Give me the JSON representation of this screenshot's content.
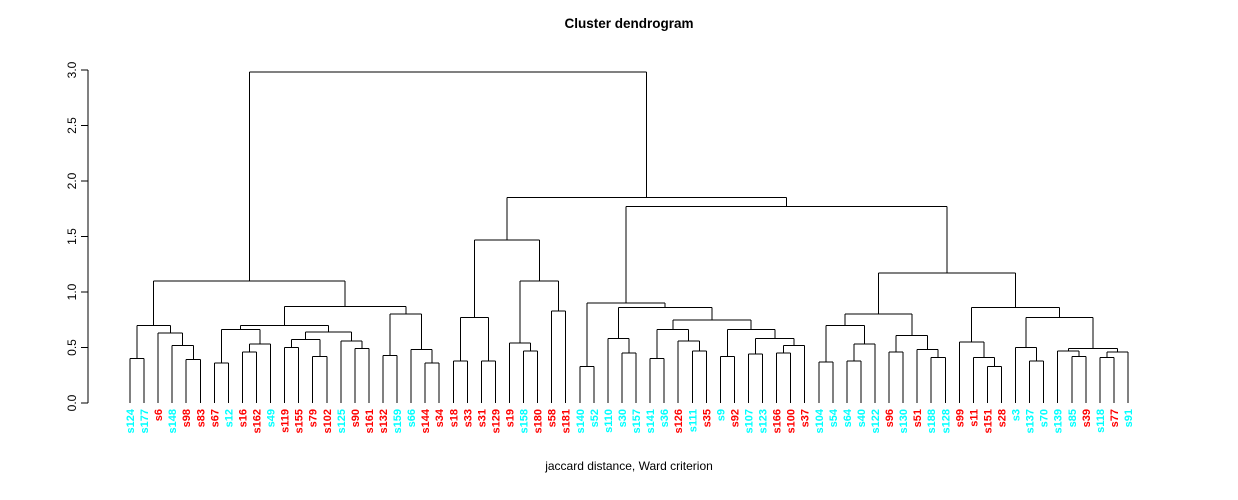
{
  "chart_data": {
    "type": "dendrogram",
    "title": "Cluster dendrogram",
    "xlabel": "jaccard distance, Ward criterion",
    "ylabel": "",
    "ylim": [
      0,
      3
    ],
    "yticks": [
      "0.0",
      "0.5",
      "1.0",
      "1.5",
      "2.0",
      "2.5",
      "3.0"
    ],
    "grid": false,
    "colors": {
      "cyan": "#00FFFF",
      "red": "#FF0000",
      "line": "#000000",
      "text": "#000000"
    },
    "leaves": [
      {
        "label": "s124",
        "color": "cyan"
      },
      {
        "label": "s177",
        "color": "cyan"
      },
      {
        "label": "s6",
        "color": "red"
      },
      {
        "label": "s148",
        "color": "cyan"
      },
      {
        "label": "s98",
        "color": "red"
      },
      {
        "label": "s83",
        "color": "red"
      },
      {
        "label": "s67",
        "color": "red"
      },
      {
        "label": "s12",
        "color": "cyan"
      },
      {
        "label": "s16",
        "color": "red"
      },
      {
        "label": "s162",
        "color": "red"
      },
      {
        "label": "s49",
        "color": "cyan"
      },
      {
        "label": "s119",
        "color": "red"
      },
      {
        "label": "s155",
        "color": "red"
      },
      {
        "label": "s79",
        "color": "red"
      },
      {
        "label": "s102",
        "color": "red"
      },
      {
        "label": "s125",
        "color": "cyan"
      },
      {
        "label": "s90",
        "color": "red"
      },
      {
        "label": "s161",
        "color": "red"
      },
      {
        "label": "s132",
        "color": "red"
      },
      {
        "label": "s159",
        "color": "cyan"
      },
      {
        "label": "s66",
        "color": "cyan"
      },
      {
        "label": "s144",
        "color": "red"
      },
      {
        "label": "s34",
        "color": "red"
      },
      {
        "label": "s18",
        "color": "red"
      },
      {
        "label": "s33",
        "color": "red"
      },
      {
        "label": "s31",
        "color": "red"
      },
      {
        "label": "s129",
        "color": "red"
      },
      {
        "label": "s19",
        "color": "red"
      },
      {
        "label": "s158",
        "color": "cyan"
      },
      {
        "label": "s180",
        "color": "red"
      },
      {
        "label": "s58",
        "color": "red"
      },
      {
        "label": "s181",
        "color": "red"
      },
      {
        "label": "s140",
        "color": "cyan"
      },
      {
        "label": "s52",
        "color": "cyan"
      },
      {
        "label": "s110",
        "color": "cyan"
      },
      {
        "label": "s30",
        "color": "cyan"
      },
      {
        "label": "s157",
        "color": "cyan"
      },
      {
        "label": "s141",
        "color": "cyan"
      },
      {
        "label": "s36",
        "color": "cyan"
      },
      {
        "label": "s126",
        "color": "red"
      },
      {
        "label": "s111",
        "color": "cyan"
      },
      {
        "label": "s35",
        "color": "red"
      },
      {
        "label": "s9",
        "color": "cyan"
      },
      {
        "label": "s92",
        "color": "red"
      },
      {
        "label": "s107",
        "color": "cyan"
      },
      {
        "label": "s123",
        "color": "cyan"
      },
      {
        "label": "s166",
        "color": "red"
      },
      {
        "label": "s100",
        "color": "red"
      },
      {
        "label": "s37",
        "color": "red"
      },
      {
        "label": "s104",
        "color": "cyan"
      },
      {
        "label": "s54",
        "color": "cyan"
      },
      {
        "label": "s64",
        "color": "cyan"
      },
      {
        "label": "s40",
        "color": "cyan"
      },
      {
        "label": "s122",
        "color": "cyan"
      },
      {
        "label": "s96",
        "color": "red"
      },
      {
        "label": "s130",
        "color": "cyan"
      },
      {
        "label": "s51",
        "color": "red"
      },
      {
        "label": "s188",
        "color": "cyan"
      },
      {
        "label": "s128",
        "color": "cyan"
      },
      {
        "label": "s99",
        "color": "red"
      },
      {
        "label": "s11",
        "color": "red"
      },
      {
        "label": "s151",
        "color": "red"
      },
      {
        "label": "s28",
        "color": "red"
      },
      {
        "label": "s3",
        "color": "cyan"
      },
      {
        "label": "s137",
        "color": "cyan"
      },
      {
        "label": "s70",
        "color": "cyan"
      },
      {
        "label": "s139",
        "color": "cyan"
      },
      {
        "label": "s85",
        "color": "cyan"
      },
      {
        "label": "s39",
        "color": "red"
      },
      {
        "label": "s118",
        "color": "cyan"
      },
      {
        "label": "s77",
        "color": "red"
      },
      {
        "label": "s91",
        "color": "cyan"
      }
    ],
    "tree": {
      "h": 2.98,
      "c": [
        {
          "h": 1.1,
          "c": [
            {
              "h": 0.7,
              "c": [
                {
                  "h": 0.4,
                  "c": [
                    0,
                    1
                  ]
                },
                {
                  "h": 0.63,
                  "c": [
                    2,
                    {
                      "h": 0.52,
                      "c": [
                        3,
                        {
                          "h": 0.39,
                          "c": [
                            4,
                            5
                          ]
                        }
                      ]
                    }
                  ]
                }
              ]
            },
            {
              "h": 0.87,
              "c": [
                {
                  "h": 0.7,
                  "c": [
                    {
                      "h": 0.66,
                      "c": [
                        {
                          "h": 0.36,
                          "c": [
                            6,
                            7
                          ]
                        },
                        {
                          "h": 0.53,
                          "c": [
                            {
                              "h": 0.46,
                              "c": [
                                8,
                                9
                              ]
                            },
                            10
                          ]
                        }
                      ]
                    },
                    {
                      "h": 0.64,
                      "c": [
                        {
                          "h": 0.57,
                          "c": [
                            {
                              "h": 0.5,
                              "c": [
                                11,
                                12
                              ]
                            },
                            {
                              "h": 0.42,
                              "c": [
                                13,
                                14
                              ]
                            }
                          ]
                        },
                        {
                          "h": 0.56,
                          "c": [
                            15,
                            {
                              "h": 0.49,
                              "c": [
                                16,
                                17
                              ]
                            }
                          ]
                        }
                      ]
                    }
                  ]
                },
                {
                  "h": 0.8,
                  "c": [
                    {
                      "h": 0.43,
                      "c": [
                        18,
                        19
                      ]
                    },
                    {
                      "h": 0.48,
                      "c": [
                        20,
                        {
                          "h": 0.36,
                          "c": [
                            21,
                            22
                          ]
                        }
                      ]
                    }
                  ]
                }
              ]
            }
          ]
        },
        {
          "h": 1.85,
          "c": [
            {
              "h": 1.47,
              "c": [
                {
                  "h": 0.77,
                  "c": [
                    {
                      "h": 0.38,
                      "c": [
                        23,
                        24
                      ]
                    },
                    {
                      "h": 0.38,
                      "c": [
                        25,
                        26
                      ]
                    }
                  ]
                },
                {
                  "h": 1.1,
                  "c": [
                    {
                      "h": 0.54,
                      "c": [
                        27,
                        {
                          "h": 0.47,
                          "c": [
                            28,
                            29
                          ]
                        }
                      ]
                    },
                    {
                      "h": 0.83,
                      "c": [
                        30,
                        31
                      ]
                    }
                  ]
                }
              ]
            },
            {
              "h": 1.77,
              "c": [
                {
                  "h": 0.9,
                  "c": [
                    {
                      "h": 0.33,
                      "c": [
                        32,
                        33
                      ]
                    },
                    {
                      "h": 0.86,
                      "c": [
                        {
                          "h": 0.58,
                          "c": [
                            34,
                            {
                              "h": 0.45,
                              "c": [
                                35,
                                36
                              ]
                            }
                          ]
                        },
                        {
                          "h": 0.75,
                          "c": [
                            {
                              "h": 0.66,
                              "c": [
                                {
                                  "h": 0.4,
                                  "c": [
                                    37,
                                    38
                                  ]
                                },
                                {
                                  "h": 0.56,
                                  "c": [
                                    39,
                                    {
                                      "h": 0.47,
                                      "c": [
                                        40,
                                        41
                                      ]
                                    }
                                  ]
                                }
                              ]
                            },
                            {
                              "h": 0.66,
                              "c": [
                                {
                                  "h": 0.42,
                                  "c": [
                                    42,
                                    43
                                  ]
                                },
                                {
                                  "h": 0.58,
                                  "c": [
                                    {
                                      "h": 0.44,
                                      "c": [
                                        44,
                                        45
                                      ]
                                    },
                                    {
                                      "h": 0.52,
                                      "c": [
                                        {
                                          "h": 0.45,
                                          "c": [
                                            46,
                                            47
                                          ]
                                        },
                                        48
                                      ]
                                    }
                                  ]
                                }
                              ]
                            }
                          ]
                        }
                      ]
                    }
                  ]
                },
                {
                  "h": 1.17,
                  "c": [
                    {
                      "h": 0.8,
                      "c": [
                        {
                          "h": 0.7,
                          "c": [
                            {
                              "h": 0.37,
                              "c": [
                                49,
                                50
                              ]
                            },
                            {
                              "h": 0.53,
                              "c": [
                                {
                                  "h": 0.38,
                                  "c": [
                                    51,
                                    52
                                  ]
                                },
                                53
                              ]
                            }
                          ]
                        },
                        {
                          "h": 0.61,
                          "c": [
                            {
                              "h": 0.46,
                              "c": [
                                54,
                                55
                              ]
                            },
                            {
                              "h": 0.48,
                              "c": [
                                56,
                                {
                                  "h": 0.41,
                                  "c": [
                                    57,
                                    58
                                  ]
                                }
                              ]
                            }
                          ]
                        }
                      ]
                    },
                    {
                      "h": 0.86,
                      "c": [
                        {
                          "h": 0.55,
                          "c": [
                            59,
                            {
                              "h": 0.41,
                              "c": [
                                60,
                                {
                                  "h": 0.33,
                                  "c": [
                                    61,
                                    62
                                  ]
                                }
                              ]
                            }
                          ]
                        },
                        {
                          "h": 0.77,
                          "c": [
                            {
                              "h": 0.5,
                              "c": [
                                63,
                                {
                                  "h": 0.38,
                                  "c": [
                                    64,
                                    65
                                  ]
                                }
                              ]
                            },
                            {
                              "h": 0.49,
                              "c": [
                                {
                                  "h": 0.47,
                                  "c": [
                                    66,
                                    {
                                      "h": 0.42,
                                      "c": [
                                        67,
                                        68
                                      ]
                                    }
                                  ]
                                },
                                {
                                  "h": 0.46,
                                  "c": [
                                    {
                                      "h": 0.41,
                                      "c": [
                                        69,
                                        70
                                      ]
                                    },
                                    71
                                  ]
                                }
                              ]
                            }
                          ]
                        }
                      ]
                    }
                  ]
                }
              ]
            }
          ]
        }
      ]
    }
  }
}
